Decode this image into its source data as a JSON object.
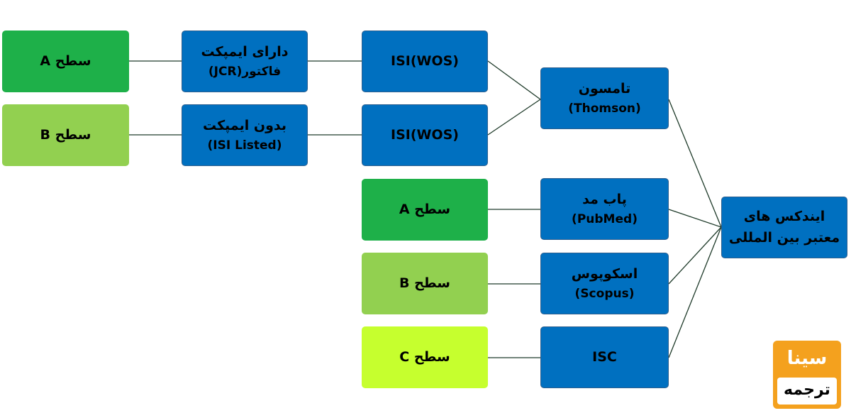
{
  "colors": {
    "blue": "#0070c0",
    "level_a": "#1eb049",
    "level_b": "#92d050",
    "level_c": "#c6ff2e",
    "line": "#1f3b2a",
    "logo_orange": "#f4a11e"
  },
  "nodes": {
    "root": {
      "line1": "ایندکس های",
      "line2": "معتبر بین المللی"
    },
    "thomson": {
      "line1": "تامسون",
      "line2": "(Thomson)"
    },
    "pubmed": {
      "line1": "پاب مد",
      "line2": "(PubMed)"
    },
    "scopus": {
      "line1": "اسکوپوس",
      "line2": "(Scopus)"
    },
    "isc": {
      "label": "ISC"
    },
    "isi_wos_1": {
      "label": "ISI(WOS)"
    },
    "isi_wos_2": {
      "label": "ISI(WOS)"
    },
    "jcr": {
      "line1": "دارای ایمپکت",
      "line2": "فاکتور(JCR)"
    },
    "isi_listed": {
      "line1": "بدون ایمپکت",
      "line2": "(ISI Listed)"
    },
    "level_a_left": {
      "label": "سطح A"
    },
    "level_b_left": {
      "label": "سطح  B"
    },
    "level_a_right": {
      "label": "سطح A"
    },
    "level_b_right": {
      "label": "سطح B"
    },
    "level_c_right": {
      "label": "سطح C"
    }
  },
  "logo": {
    "top": "سینا",
    "bottom": "ترجمه"
  }
}
